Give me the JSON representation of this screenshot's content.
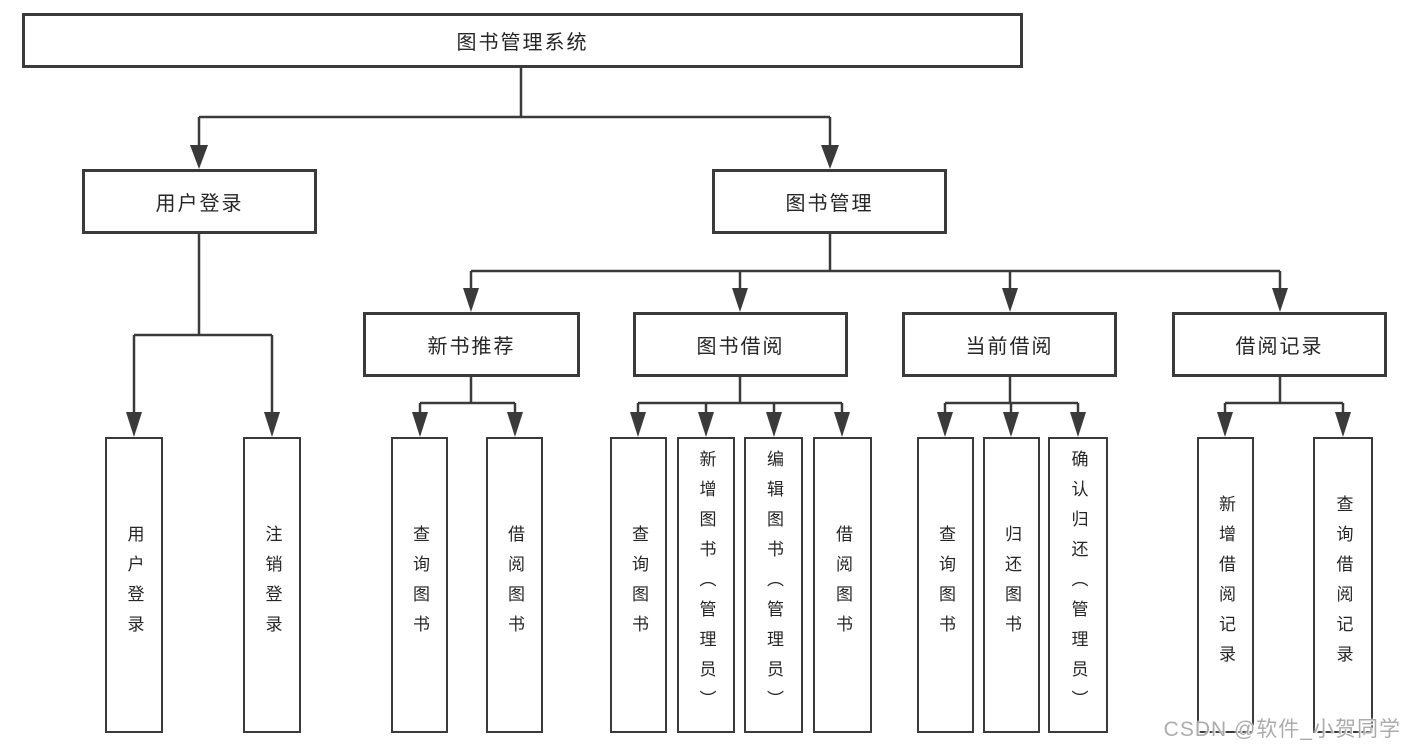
{
  "title": "图书管理系统",
  "watermark": "CSDN @软件_小贺同学",
  "colors": {
    "line": "#3a3a3a",
    "box_border": "#3a3a3a",
    "text": "#262626",
    "background": "#ffffff",
    "watermark": "#a8a8a8"
  },
  "tree": {
    "label": "图书管理系统",
    "children": [
      {
        "label": "用户登录",
        "children": [
          {
            "label": "用户登录"
          },
          {
            "label": "注销登录"
          }
        ]
      },
      {
        "label": "图书管理",
        "children": [
          {
            "label": "新书推荐",
            "children": [
              {
                "label": "查询图书"
              },
              {
                "label": "借阅图书"
              }
            ]
          },
          {
            "label": "图书借阅",
            "children": [
              {
                "label": "查询图书"
              },
              {
                "label": "新增图书（管理员）"
              },
              {
                "label": "编辑图书（管理员）"
              },
              {
                "label": "借阅图书"
              }
            ]
          },
          {
            "label": "当前借阅",
            "children": [
              {
                "label": "查询图书"
              },
              {
                "label": "归还图书"
              },
              {
                "label": "确认归还（管理员）"
              }
            ]
          },
          {
            "label": "借阅记录",
            "children": [
              {
                "label": "新增借阅记录"
              },
              {
                "label": "查询借阅记录"
              }
            ]
          }
        ]
      }
    ]
  }
}
